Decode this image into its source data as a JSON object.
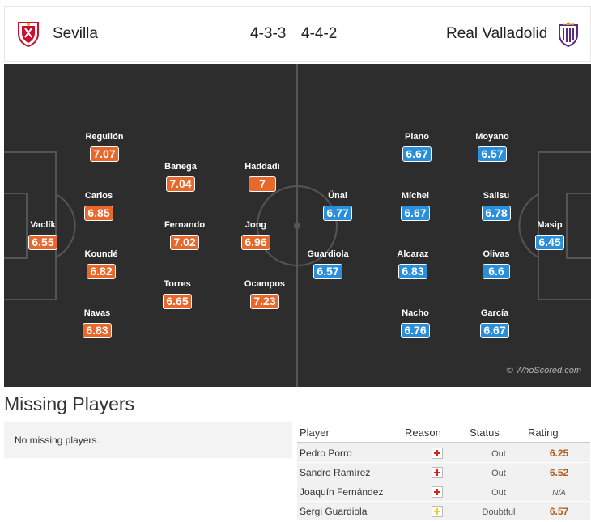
{
  "header": {
    "home_team": "Sevilla",
    "home_formation": "4-3-3",
    "away_formation": "4-4-2",
    "away_team": "Real Valladolid"
  },
  "colors": {
    "home_rating": "#e8672a",
    "away_rating": "#2a8fdb",
    "pitch": "#2d2d2d"
  },
  "pitch": {
    "home_players": [
      {
        "name": "Reguilón",
        "rating": "7.07"
      },
      {
        "name": "Carlos",
        "rating": "6.85"
      },
      {
        "name": "Koundé",
        "rating": "6.82"
      },
      {
        "name": "Navas",
        "rating": "6.83"
      },
      {
        "name": "Vaclík",
        "rating": "6.55"
      },
      {
        "name": "Banega",
        "rating": "7.04"
      },
      {
        "name": "Fernando",
        "rating": "7.02"
      },
      {
        "name": "Torres",
        "rating": "6.65"
      },
      {
        "name": "Haddadi",
        "rating": "7"
      },
      {
        "name": "Jong",
        "rating": "6.96"
      },
      {
        "name": "Ocampos",
        "rating": "7.23"
      }
    ],
    "away_players": [
      {
        "name": "Ünal",
        "rating": "6.77"
      },
      {
        "name": "Guardiola",
        "rating": "6.57"
      },
      {
        "name": "Plano",
        "rating": "6.67"
      },
      {
        "name": "Míchel",
        "rating": "6.67"
      },
      {
        "name": "Alcaraz",
        "rating": "6.83"
      },
      {
        "name": "Nacho",
        "rating": "6.76"
      },
      {
        "name": "Moyano",
        "rating": "6.57"
      },
      {
        "name": "Salisu",
        "rating": "6.78"
      },
      {
        "name": "Olivas",
        "rating": "6.6"
      },
      {
        "name": "García",
        "rating": "6.67"
      },
      {
        "name": "Masip",
        "rating": "6.45"
      }
    ],
    "watermark": "© WhoScored.com"
  },
  "missing": {
    "title": "Missing Players",
    "home_empty": "No missing players.",
    "columns": [
      "Player",
      "Reason",
      "Status",
      "Rating"
    ],
    "rows": [
      {
        "player": "Pedro Porro",
        "reason_icon": "injury-red-cross-icon",
        "status": "Out",
        "rating": "6.25"
      },
      {
        "player": "Sandro Ramírez",
        "reason_icon": "injury-red-cross-icon",
        "status": "Out",
        "rating": "6.52"
      },
      {
        "player": "Joaquín Fernández",
        "reason_icon": "injury-red-cross-icon",
        "status": "Out",
        "rating": "N/A"
      },
      {
        "player": "Sergi Guardiola",
        "reason_icon": "doubtful-yellow-cross-icon",
        "status": "Doubtful",
        "rating": "6.57"
      }
    ]
  }
}
